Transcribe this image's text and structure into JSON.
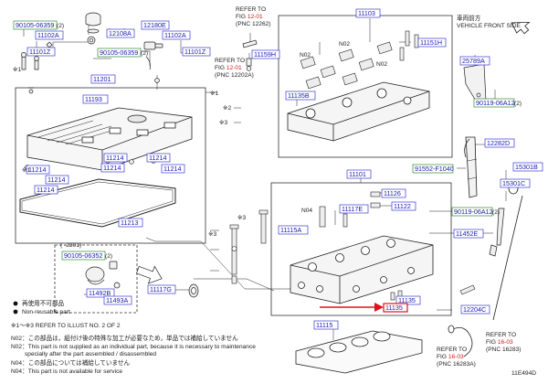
{
  "vehicle_front": {
    "jp": "車両前方",
    "en": "VEHICLE FRONT SIDE"
  },
  "refs": [
    {
      "line1": "REFER TO",
      "fig_prefix": "FIG ",
      "fig": "12-01",
      "pnc": "(PNC 12262)"
    },
    {
      "line1": "REFER TO",
      "fig_prefix": "FIG ",
      "fig": "12-01",
      "pnc": "(PNC 12202A)"
    },
    {
      "line1": "REFER TO",
      "fig_prefix": "FIG ",
      "fig": "16-03",
      "pnc": "(PNC 16283A)"
    },
    {
      "line1": "REFER TO",
      "fig_prefix": "FIG ",
      "fig": "16-03",
      "pnc": "(PNC 16283)"
    }
  ],
  "labels": {
    "p90105_06359": "90105-06359",
    "p11102A": "11102A",
    "p12108A": "12108A",
    "p12180E": "12180E",
    "p11101Z_a": "11101Z",
    "p90105_06359b": "90105-06359",
    "p11102A_b": "11102A",
    "p11101Z_b": "11101Z",
    "p11159H": "11159H",
    "p11103": "11103",
    "p11151H": "11151H",
    "p25789A": "25789A",
    "p11201": "11201",
    "p11193": "11193",
    "p11135B": "11135B",
    "p90119_06A12a": "90119-06A12",
    "p12282D": "12282D",
    "p11214_1": "11214",
    "p11214_2": "11214",
    "p11214_3": "11214",
    "p11214_4": "11214",
    "p11214_5": "11214",
    "p11214_6": "11214",
    "p11213": "11213",
    "p11101": "11101",
    "p91552": "91552-F1040",
    "p15301B": "15301B",
    "p15301C": "15301C",
    "p11126": "11126",
    "p11122": "11122",
    "p11117E": "11117E",
    "p11115A": "11115A",
    "p90119_06A12b": "90119-06A12",
    "p11452E": "11452E",
    "p90105_06352": "90105-06352",
    "p11492B": "11492B",
    "p11493A": "11493A",
    "p11117G": "11117G",
    "p11135": "11135",
    "p11135_hl": "11135",
    "p12204C": "12204C",
    "p11115": "11115"
  },
  "qty": {
    "q2": "(2)",
    "q2b": "(2)",
    "q2c": "(2)",
    "q2d": "(2)",
    "q2e": "(2)"
  },
  "codes": {
    "n02a": "N02",
    "n02b": "N02",
    "n02c": "N02",
    "n04": "N04",
    "s1a": "※1",
    "s1b": "※1",
    "s1c": "※1",
    "s2": "※2",
    "s3a": "※3",
    "s3b": "※3",
    "s3c": "※3",
    "range": "(    -2301)"
  },
  "legend": {
    "reuse_jp": "再使用不可部品",
    "reuse_en": "Non-reusable part",
    "note_illus": "※1～※3  REFER TO ILLUST NO. 2 OF 2",
    "n02_jp": "N02：この部品は，組付け後の特殊な加工が必要なため，単品では補給していません",
    "n02_en1": "N02：This part is not supplied as an individual part, because it is necessary to maintenance",
    "n02_en2": "specially after the part assembled / disassembled",
    "n04_jp": "N04：この部品については補給していません",
    "n04_en": "N04：This part is not available for service"
  },
  "fig_id": "11E494D",
  "colors": {
    "label": "#1a1ab0",
    "box": "#3a3ad8",
    "highlight": "#e0101e",
    "ref_fig": "#d01818",
    "green_box": "#2f8a2f"
  }
}
